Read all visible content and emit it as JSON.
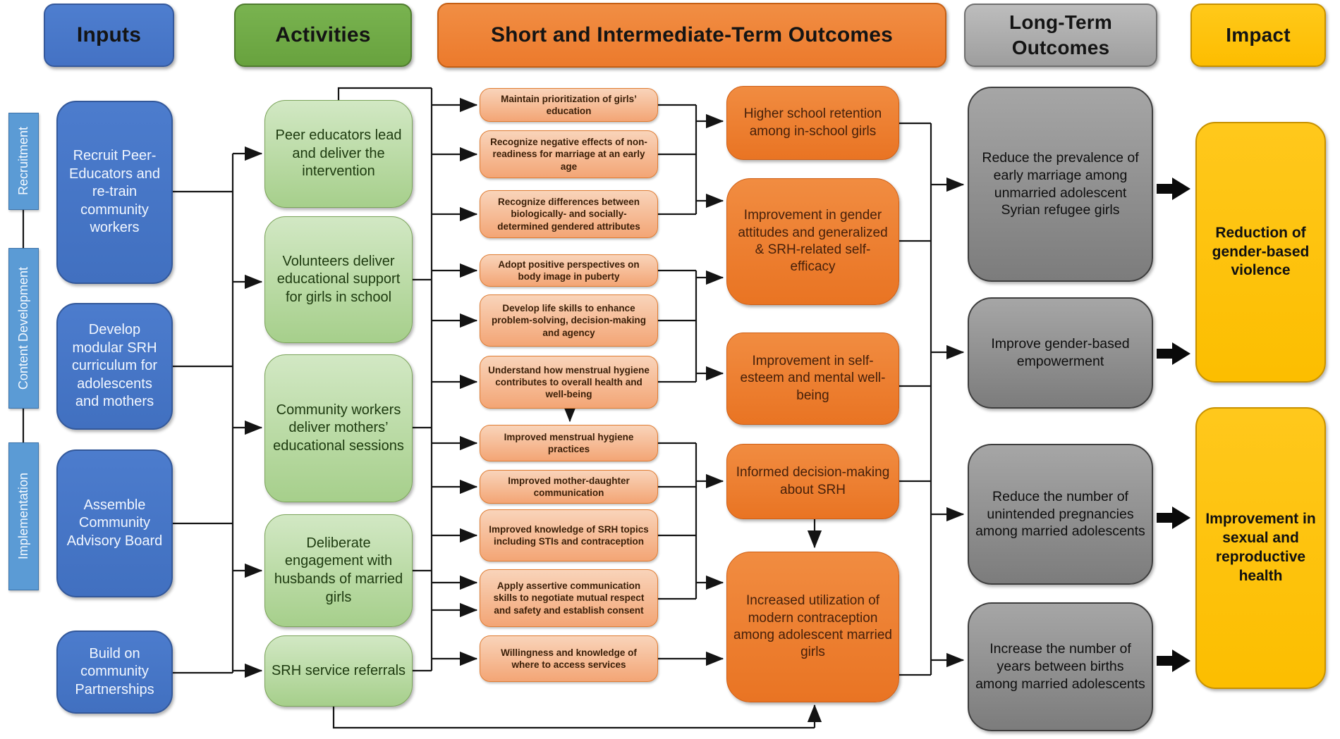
{
  "headers": {
    "inputs": "Inputs",
    "activities": "Activities",
    "short_intermediate": "Short and Intermediate-Term Outcomes",
    "long_term": "Long-Term Outcomes",
    "impact": "Impact"
  },
  "sidebar": {
    "items": [
      {
        "label": "Recruitment"
      },
      {
        "label": "Content Development"
      },
      {
        "label": "Implementation"
      }
    ]
  },
  "inputs": {
    "items": [
      {
        "text": "Recruit Peer-Educators and re-train community workers"
      },
      {
        "text": "Develop modular SRH curriculum for adolescents and mothers"
      },
      {
        "text": "Assemble Community Advisory Board"
      },
      {
        "text": "Build on community Partnerships"
      }
    ]
  },
  "activities": {
    "items": [
      {
        "text": "Peer educators lead and deliver the intervention"
      },
      {
        "text": "Volunteers deliver educational support for girls in school"
      },
      {
        "text": "Community workers deliver mothers’ educational sessions"
      },
      {
        "text": "Deliberate engagement with husbands of married girls"
      },
      {
        "text": "SRH service referrals"
      }
    ]
  },
  "short_outcomes": {
    "items": [
      {
        "text": "Maintain prioritization of girls’ education"
      },
      {
        "text": "Recognize negative effects of non-readiness for marriage at an early age"
      },
      {
        "text": "Recognize differences between biologically- and socially-determined gendered attributes"
      },
      {
        "text": "Adopt positive perspectives on body image in puberty"
      },
      {
        "text": "Develop life skills to enhance problem-solving, decision-making and agency"
      },
      {
        "text": "Understand how menstrual hygiene contributes to overall health and well-being"
      },
      {
        "text": "Improved menstrual hygiene practices"
      },
      {
        "text": "Improved mother-daughter communication"
      },
      {
        "text": "Improved knowledge of SRH topics including STIs and contraception"
      },
      {
        "text": "Apply assertive communication skills to negotiate mutual respect and safety and establish consent"
      },
      {
        "text": "Willingness and knowledge of where to access services"
      }
    ]
  },
  "intermediate_outcomes": {
    "items": [
      {
        "text": "Higher school retention among in-school girls"
      },
      {
        "text": "Improvement in gender attitudes and generalized & SRH-related self-efficacy"
      },
      {
        "text": "Improvement in self-esteem and mental well-being"
      },
      {
        "text": "Informed decision-making about SRH"
      },
      {
        "text": "Increased utilization of modern contraception among adolescent married girls"
      }
    ]
  },
  "long_term_outcomes": {
    "items": [
      {
        "text": "Reduce the prevalence of early marriage among unmarried adolescent Syrian refugee girls"
      },
      {
        "text": "Improve gender-based empowerment"
      },
      {
        "text": "Reduce the number of unintended pregnancies among married adolescents"
      },
      {
        "text": "Increase the number of years between births among married adolescents"
      }
    ]
  },
  "impact": {
    "items": [
      {
        "text": "Reduction of gender-based violence"
      },
      {
        "text": "Improvement in sexual and reproductive health"
      }
    ]
  },
  "colors": {
    "inputs_blue": "#4472C4",
    "sidebar_blue": "#5B9BD5",
    "activities_green": "#A6CF8B",
    "header_green": "#68A23E",
    "short_outcome_salmon": "#F3A575",
    "intermediate_orange": "#ED7D31",
    "long_term_gray": "#8C8C8C",
    "impact_yellow": "#FFC000",
    "connector_black": "#141414"
  }
}
